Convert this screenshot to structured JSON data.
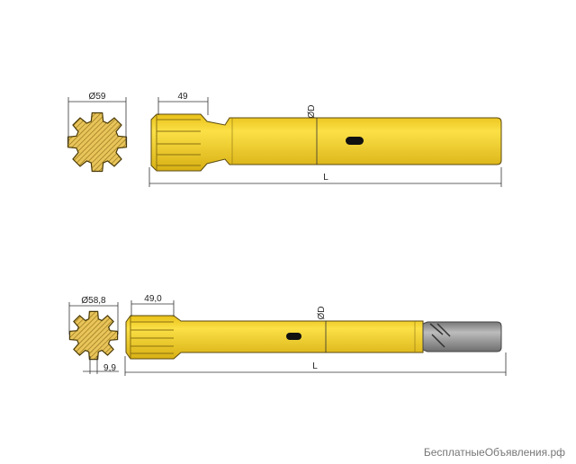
{
  "colors": {
    "steel_yellow": "#f2cf1c",
    "steel_shade": "#c9a313",
    "hatch": "#c9a22a",
    "thread_gray": "#8c8c8c",
    "background": "#ffffff"
  },
  "top_drawing": {
    "diameter_label": "Ø59",
    "spline_length_label": "49",
    "shaft_diameter_label": "ØD",
    "length_label": "L"
  },
  "bottom_drawing": {
    "diameter_label": "Ø58,8",
    "spline_length_label": "49,0",
    "tooth_width_label": "9,9",
    "shaft_diameter_label": "ØD",
    "length_label": "L"
  },
  "watermark": "БесплатныеОбъявления.рф"
}
